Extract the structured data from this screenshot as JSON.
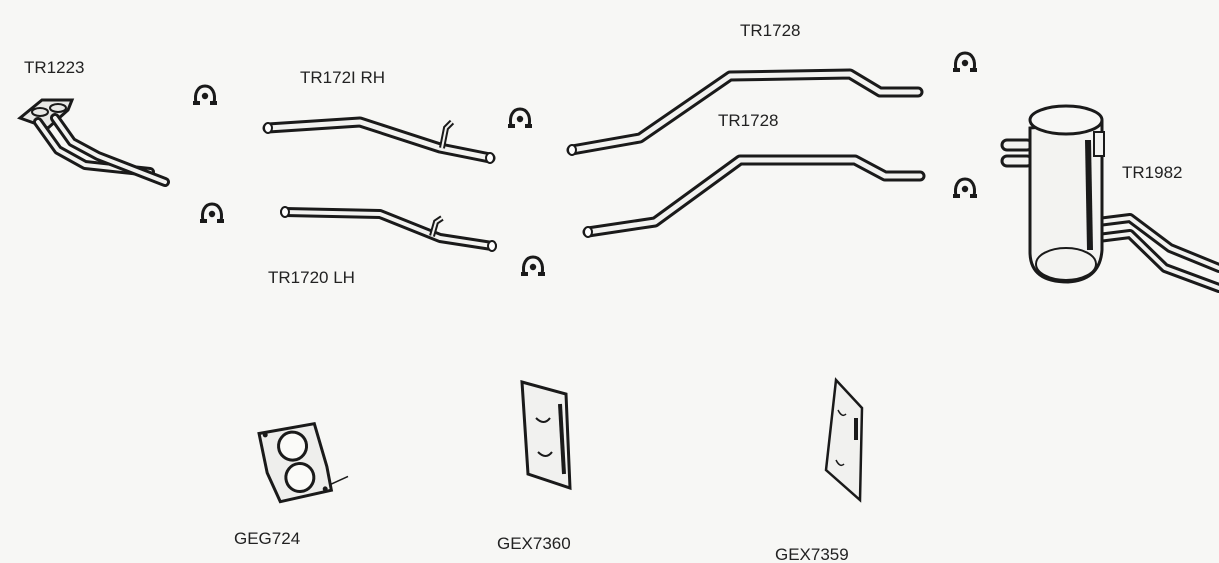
{
  "parts": {
    "front_pipe": "TR1223",
    "pipe_rh": "TR172I  RH",
    "pipe_lh": "TR1720  LH",
    "intermediate_upper": "TR1728",
    "intermediate_lower": "TR1728",
    "silencer": "TR1982",
    "manifold_gasket": "GEG724",
    "gasket_a": "GEX7360",
    "gasket_b": "GEX7359"
  }
}
